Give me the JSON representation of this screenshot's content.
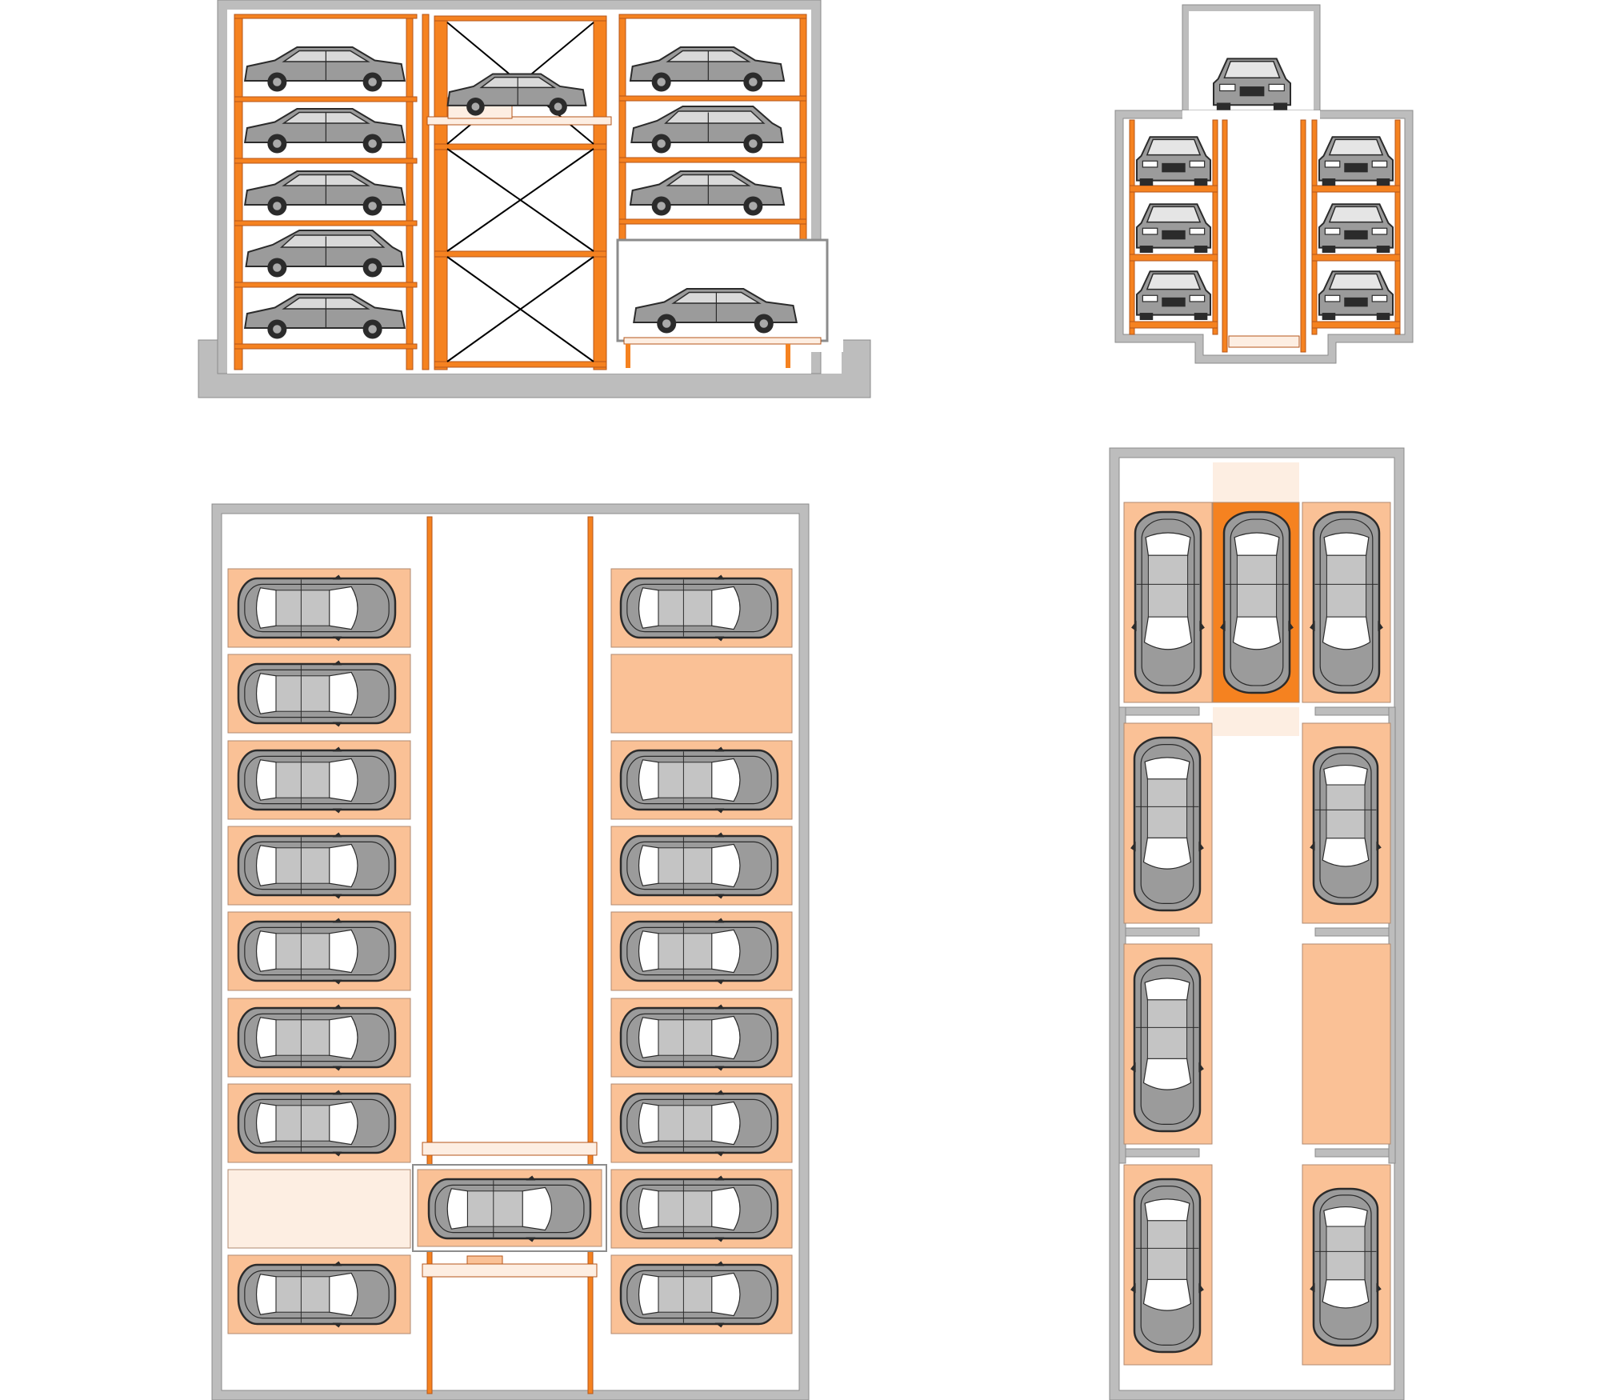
{
  "colors": {
    "wall": "#bdbdbd",
    "wall_edge": "#8c8c8c",
    "orange": "#f58220",
    "orange_dark": "#b5561a",
    "bay": "#fac196",
    "bay_pale": "#fdeee2",
    "car_body": "#9b9b9b",
    "car_dark": "#2b2b2b",
    "car_light": "#ffffff"
  },
  "views": [
    {
      "name": "side-elevation-view",
      "projection": "side",
      "left_stack": [
        "sedan",
        "sedan",
        "sedan",
        "hatchback",
        "sedan"
      ],
      "center_lift": "sedan",
      "right_stack": [
        "sedan",
        "hatchback",
        "sedan"
      ],
      "entry_bay": "sedan"
    },
    {
      "name": "front-elevation-view",
      "projection": "front",
      "left_stack": [
        "car",
        "car",
        "car"
      ],
      "right_stack": [
        "car",
        "car",
        "car"
      ],
      "top_car": "car"
    },
    {
      "name": "floor-plan-view-wide",
      "projection": "top",
      "left_bays": [
        "car",
        "car",
        "car",
        "car",
        "car",
        "car",
        "car",
        "pale",
        "car"
      ],
      "right_bays": [
        "car",
        "empty",
        "car",
        "car",
        "car",
        "car",
        "car",
        "car",
        "car"
      ],
      "lift_car": "car"
    },
    {
      "name": "floor-plan-view-narrow",
      "projection": "top",
      "top_row": [
        "car",
        "lift-car",
        "car"
      ],
      "left_column": [
        "car",
        "car",
        "car"
      ],
      "right_column": [
        "car",
        "empty",
        "car"
      ]
    }
  ]
}
